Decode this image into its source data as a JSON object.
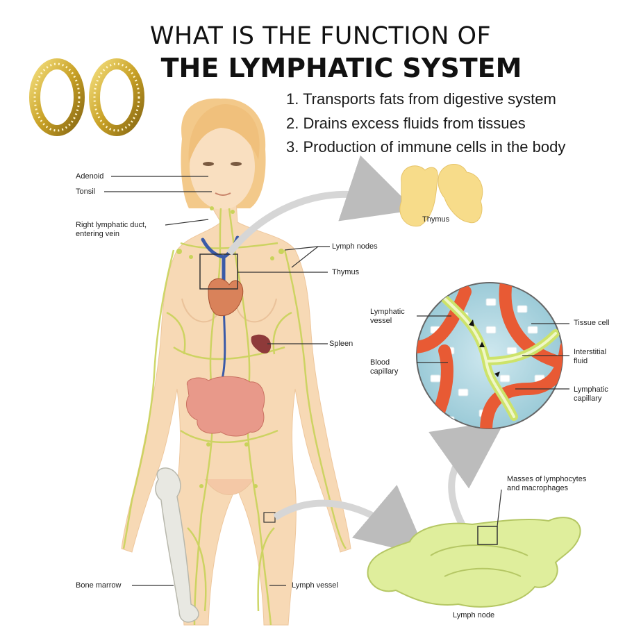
{
  "title": {
    "line1": "WHAT IS THE FUNCTION OF",
    "line2": "THE LYMPHATIC SYSTEM"
  },
  "functions": [
    "1. Transports fats from digestive system",
    "2. Drains excess fluids from tissues",
    "3. Production of immune cells in the body"
  ],
  "labels": {
    "adenoid": "Adenoid",
    "tonsil": "Tonsil",
    "right_duct_1": "Right lymphatic duct,",
    "right_duct_2": "entering vein",
    "lymph_nodes": "Lymph nodes",
    "thymus": "Thymus",
    "thymus_inset": "Thymus",
    "spleen": "Spleen",
    "lymphatic_vessel_1": "Lymphatic",
    "lymphatic_vessel_2": "vessel",
    "blood_capillary_1": "Blood",
    "blood_capillary_2": "capillary",
    "tissue_cell": "Tissue cell",
    "interstitial_1": "Interstitial",
    "interstitial_2": "fluid",
    "lymphatic_capillary_1": "Lymphatic",
    "lymphatic_capillary_2": "capillary",
    "masses_1": "Masses of lymphocytes",
    "masses_2": "and macrophages",
    "bone_marrow": "Bone marrow",
    "lymph_vessel": "Lymph vessel",
    "lymph_node": "Lymph node"
  },
  "colors": {
    "skin": "#f7d9b5",
    "hair": "#f3c98a",
    "lymph": "#c9d35a",
    "vein": "#3a5aa8",
    "heart": "#d9825a",
    "spleen": "#8e3a3a",
    "intestine": "#e8998a",
    "capillary": "#e85a34",
    "fluid": "#a9d3df",
    "node": "#dfee9c",
    "gold": "#c9a227"
  }
}
